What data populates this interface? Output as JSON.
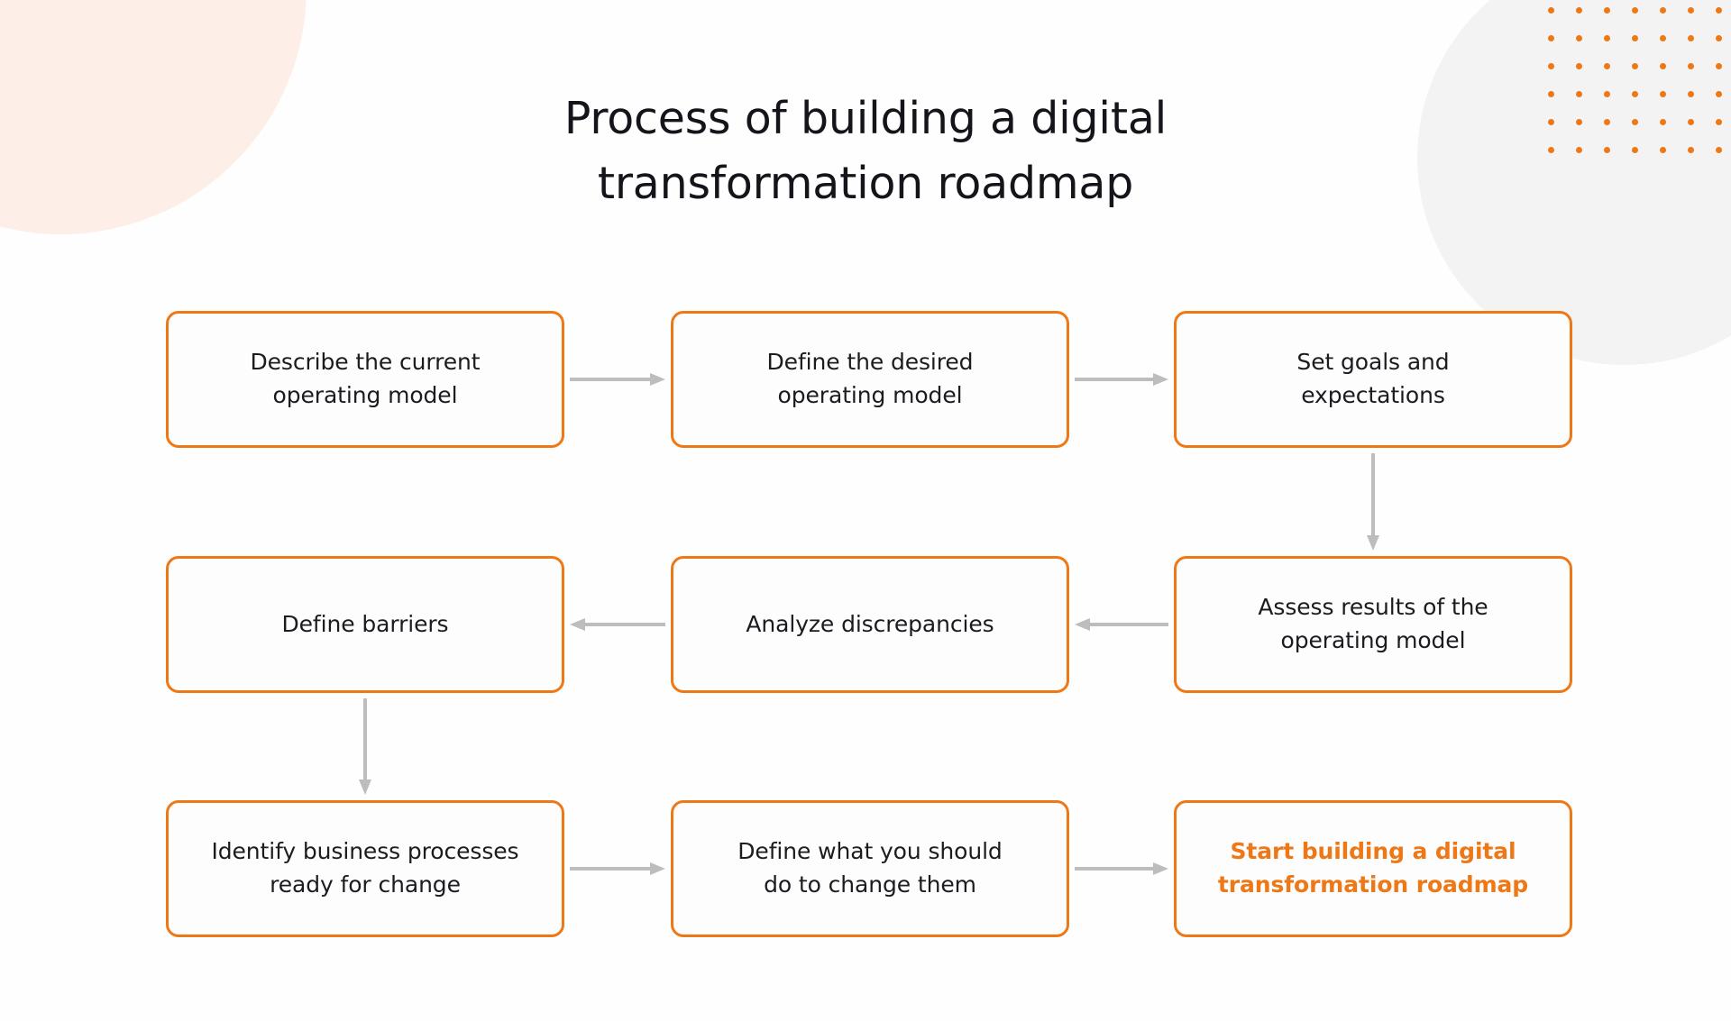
{
  "page": {
    "title": "Process of building a digital\ntransformation roadmap",
    "background_color": "#FEFEFE",
    "accent_color": "#EE7816",
    "arrow_color": "#BDBDBD",
    "text_color": "#1B1C20"
  },
  "decor": {
    "peach_circle_color": "#FDEFE8",
    "gray_circle_color": "#F4F3F3",
    "dot_grid": {
      "color": "#EE7816",
      "columns": 7,
      "rows": 6,
      "spacing": 31,
      "dot_size": 7
    }
  },
  "flow": {
    "nodes": [
      {
        "id": "n1",
        "label": "Describe the current\noperating model",
        "accent": false
      },
      {
        "id": "n2",
        "label": "Define the desired\noperating model",
        "accent": false
      },
      {
        "id": "n3",
        "label": "Set goals and\nexpectations",
        "accent": false
      },
      {
        "id": "n4",
        "label": "Assess results of the\noperating model",
        "accent": false
      },
      {
        "id": "n5",
        "label": "Analyze discrepancies",
        "accent": false
      },
      {
        "id": "n6",
        "label": "Define barriers",
        "accent": false
      },
      {
        "id": "n7",
        "label": "Identify business processes\nready for change",
        "accent": false
      },
      {
        "id": "n8",
        "label": "Define what you should\ndo to change them",
        "accent": false
      },
      {
        "id": "n9",
        "label": "Start building a digital\ntransformation roadmap",
        "accent": true
      }
    ],
    "connectors": [
      {
        "from": "n1",
        "to": "n2",
        "direction": "right"
      },
      {
        "from": "n2",
        "to": "n3",
        "direction": "right"
      },
      {
        "from": "n3",
        "to": "n4",
        "direction": "down"
      },
      {
        "from": "n4",
        "to": "n5",
        "direction": "left"
      },
      {
        "from": "n5",
        "to": "n6",
        "direction": "left"
      },
      {
        "from": "n6",
        "to": "n7",
        "direction": "down"
      },
      {
        "from": "n7",
        "to": "n8",
        "direction": "right"
      },
      {
        "from": "n8",
        "to": "n9",
        "direction": "right"
      }
    ]
  }
}
